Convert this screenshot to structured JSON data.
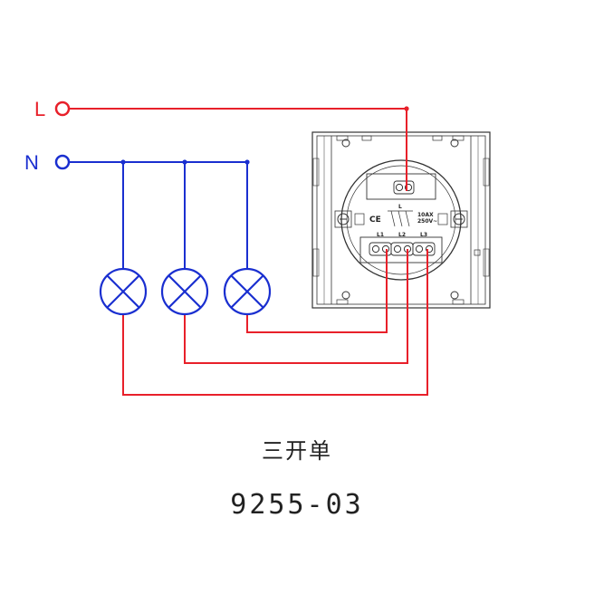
{
  "terminals": {
    "live": {
      "label": "L",
      "color": "#e8202a"
    },
    "neutral": {
      "label": "N",
      "color": "#1a2fd0"
    }
  },
  "switch": {
    "terminal_live": "L",
    "outputs": [
      "L1",
      "L2",
      "L3"
    ],
    "rating_line1": "10AX",
    "rating_line2": "250V~",
    "mark": "CE"
  },
  "caption": {
    "title": "三开单",
    "model": "9255-03"
  },
  "colors": {
    "live_wire": "#e8202a",
    "neutral_wire": "#1a2fd0",
    "outline": "#333333"
  }
}
